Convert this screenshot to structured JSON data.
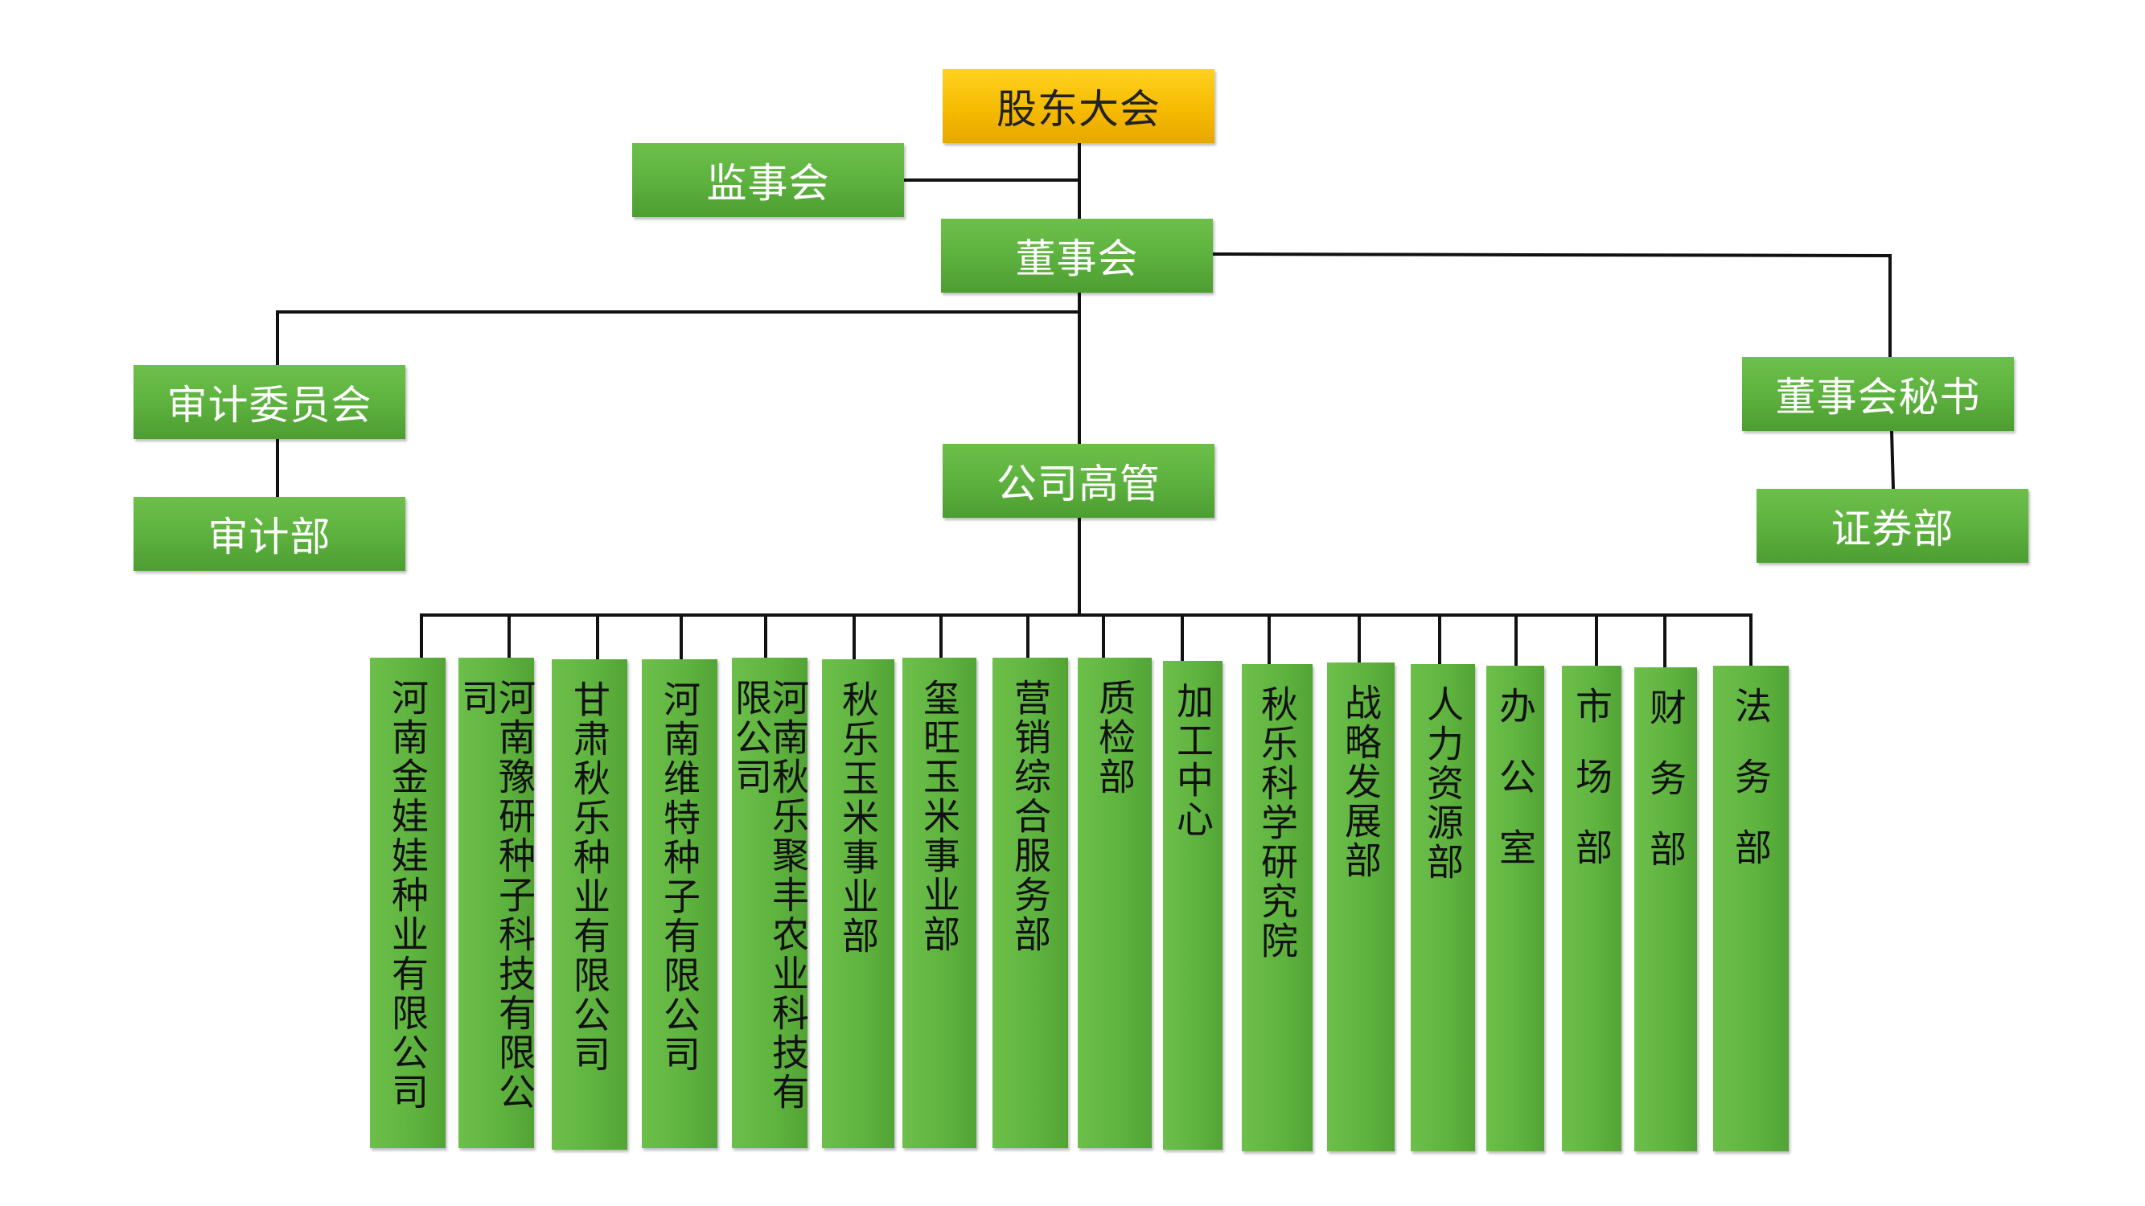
{
  "top": {
    "shareholders": "股东大会",
    "supervisors": "监事会",
    "board": "董事会",
    "audit_committee": "审计委员会",
    "audit_dept": "审计部",
    "board_secretary": "董事会秘书",
    "securities_dept": "证券部",
    "executives": "公司高管"
  },
  "departments": [
    "河南金娃娃种业有限公司",
    "河南豫研种子科技有限公司",
    "甘肃秋乐种业有限公司",
    "河南维特种子有限公司",
    "河南秋乐聚丰农业科技有限公司",
    "秋乐玉米事业部",
    "玺旺玉米事业部",
    "营销综合服务部",
    "质检部",
    "加工中心",
    "秋乐科学研究院",
    "战略发展部",
    "人力资源部",
    "办公室",
    "市场部",
    "财务部",
    "法务部"
  ],
  "colors": {
    "green": "#5cb03d",
    "gold": "#f5b800",
    "line": "#111111"
  }
}
